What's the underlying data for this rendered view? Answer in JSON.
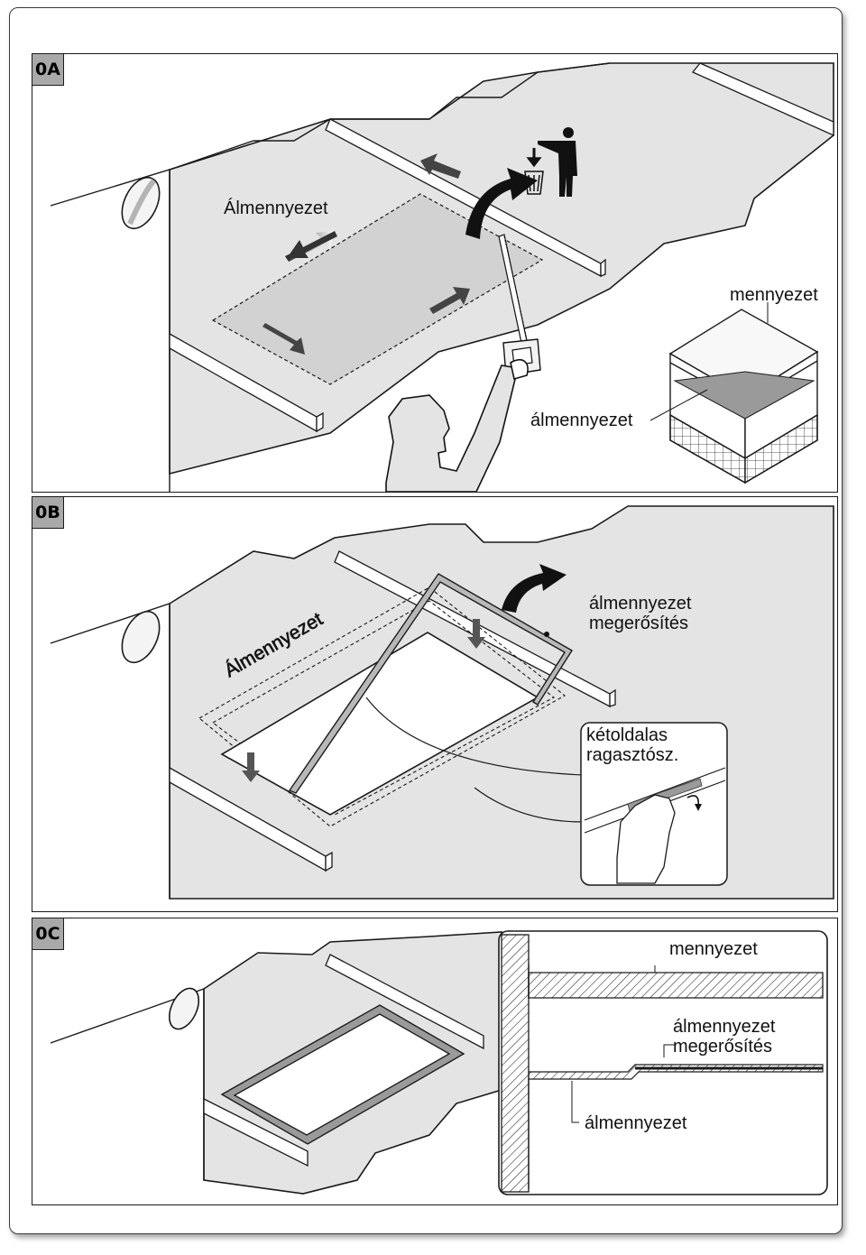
{
  "panels": [
    {
      "tag": "0A",
      "ceiling_label": "Álmennyezet",
      "inset_top_label": "mennyezet",
      "inset_bottom_label": "álmennyezet"
    },
    {
      "tag": "0B",
      "ceiling_label": "Álmennyezet",
      "frame_label_line1": "álmennyezet",
      "frame_label_line2": "megerősítés",
      "tape_label_line1": "kétoldalas",
      "tape_label_line2": "ragasztósz."
    },
    {
      "tag": "0C",
      "section_top_label": "mennyezet",
      "section_mid_label_line1": "álmennyezet",
      "section_mid_label_line2": "megerősítés",
      "section_bottom_label": "álmennyezet"
    }
  ],
  "icons": [
    "recycle-bin-icon",
    "person-pointing-icon",
    "saw-icon",
    "arrow-icon",
    "hand-icon"
  ],
  "colors": {
    "ceiling_fill": "#e4e4e4",
    "tag_fill": "#a9a9a9",
    "outline": "#1a1a1a"
  }
}
